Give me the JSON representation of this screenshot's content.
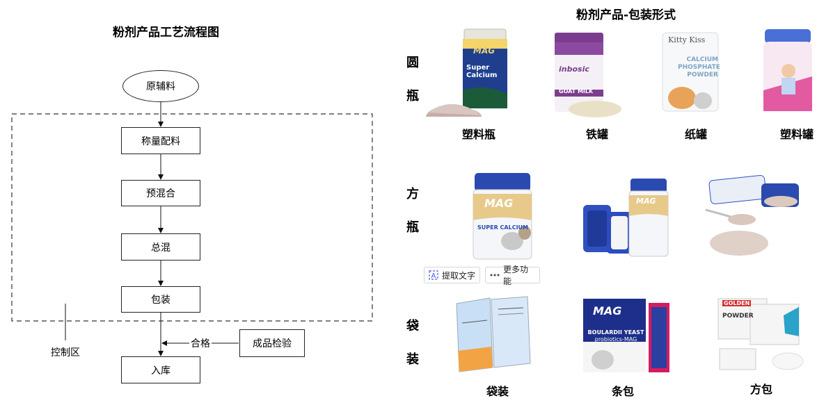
{
  "flowchart": {
    "title": "粉剂产品工艺流程图",
    "start": "原辅料",
    "steps": [
      "称量配料",
      "预混合",
      "总混",
      "包装"
    ],
    "end": "入库",
    "inspection": "成品检验",
    "pass_label": "合格",
    "control_area_label": "控制区"
  },
  "packaging": {
    "title": "粉剂产品-包装形式",
    "rows": [
      {
        "label_chars": [
          "圆",
          "瓶"
        ],
        "captions": [
          "塑料瓶",
          "铁罐",
          "纸罐",
          "塑料罐"
        ]
      },
      {
        "label_chars": [
          "方",
          "瓶"
        ],
        "captions": []
      },
      {
        "label_chars": [
          "袋",
          "装"
        ],
        "captions": [
          "袋装",
          "条包",
          "方包"
        ]
      }
    ],
    "product_text": {
      "mag": "MAG",
      "super_calcium": "Super Calcium",
      "super_calcium_caps": "SUPER CALCIUM",
      "inbosic": "inbosic",
      "goat_milk": "GOAT MILK",
      "kitty_kiss": "Kitty Kiss",
      "calcium_phosphate_powder": "CALCIUM PHOSPHATE POWDER",
      "boulardii": "BOULARDII YEAST",
      "probiotics": "probiotics-MAG",
      "golden": "GOLDEN",
      "powder": "POWDER"
    }
  },
  "toolbar": {
    "extract_text": "提取文字",
    "more": "更多功能"
  }
}
